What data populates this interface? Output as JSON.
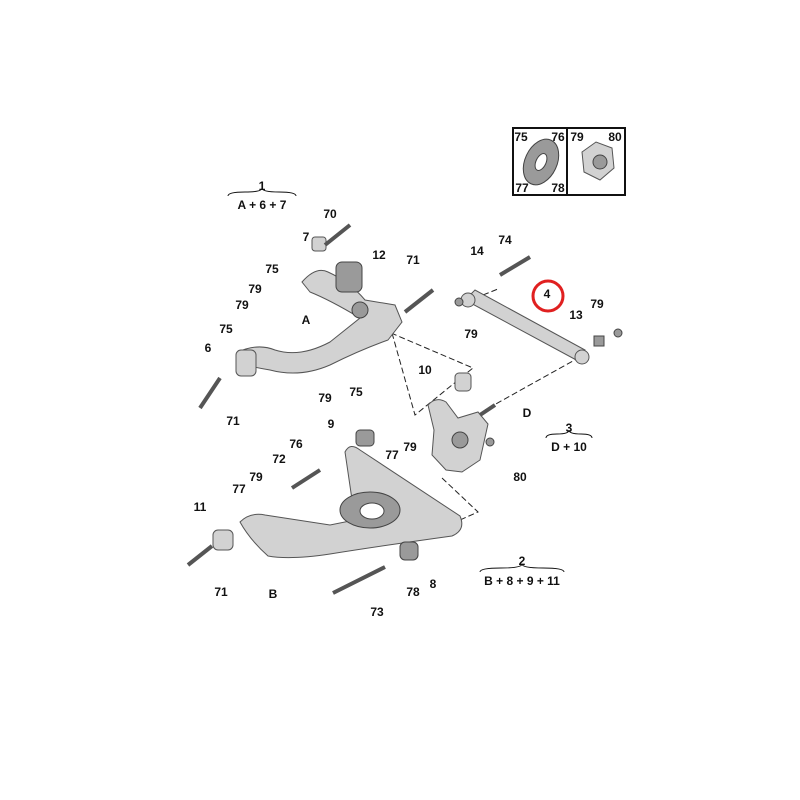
{
  "diagram": {
    "highlight_color": "#e02020",
    "highlighted_part": "4",
    "groups": [
      {
        "number": "1",
        "contents": "A + 6 + 7"
      },
      {
        "number": "3",
        "contents": "D + 10"
      },
      {
        "number": "2",
        "contents": "B + 8 + 9 + 11"
      }
    ],
    "inset": {
      "washer_labels": [
        "75",
        "76",
        "77",
        "78"
      ],
      "nut_labels": [
        "79",
        "80"
      ]
    },
    "callouts": [
      "70",
      "7",
      "12",
      "71",
      "75",
      "79",
      "79",
      "75",
      "6",
      "A",
      "79",
      "75",
      "71",
      "14",
      "74",
      "4",
      "79",
      "79",
      "13",
      "10",
      "D",
      "9",
      "79",
      "77",
      "76",
      "72",
      "80",
      "79",
      "77",
      "11",
      "71",
      "B",
      "73",
      "78",
      "8"
    ]
  }
}
